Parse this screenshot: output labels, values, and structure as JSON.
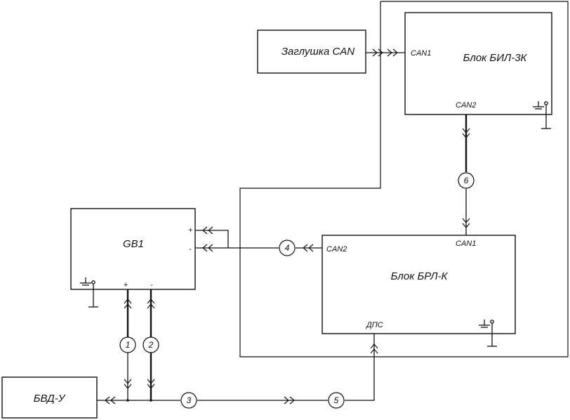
{
  "blocks": {
    "zaglushka": "Заглушка CAN",
    "bil": "Блок БИЛ-3К",
    "gb1": "GB1",
    "brl": "Блок БРЛ-К",
    "bvd": "БВД-У"
  },
  "ports": {
    "bil_can1": "CAN1",
    "bil_can2": "CAN2",
    "brl_can1": "CAN1",
    "brl_can2": "CAN2",
    "brl_dps": "ДПС",
    "gb1_plus_side": "+",
    "gb1_minus_side": "-",
    "gb1_plus_bottom": "+",
    "gb1_minus_bottom": "-"
  },
  "cables": [
    "1",
    "2",
    "3",
    "4",
    "5",
    "6"
  ]
}
